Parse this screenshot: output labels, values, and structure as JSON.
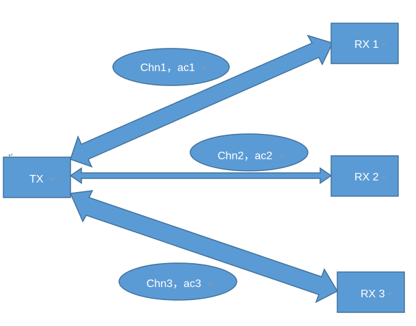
{
  "nodes": {
    "tx": {
      "label": "TX"
    },
    "rx1": {
      "label": "RX 1"
    },
    "rx2": {
      "label": "RX 2"
    },
    "rx3": {
      "label": "RX 3"
    }
  },
  "channels": {
    "chn1": {
      "label": "Chn1，ac1"
    },
    "chn2": {
      "label": "Chn2，ac2"
    },
    "chn3": {
      "label": "Chn3，ac3"
    }
  },
  "marks": {
    "paragraph_mark": "↵"
  },
  "colors": {
    "fill": "#5b9bd5",
    "stroke": "#41719c",
    "text": "#ffffff",
    "background": "#ffffff"
  }
}
